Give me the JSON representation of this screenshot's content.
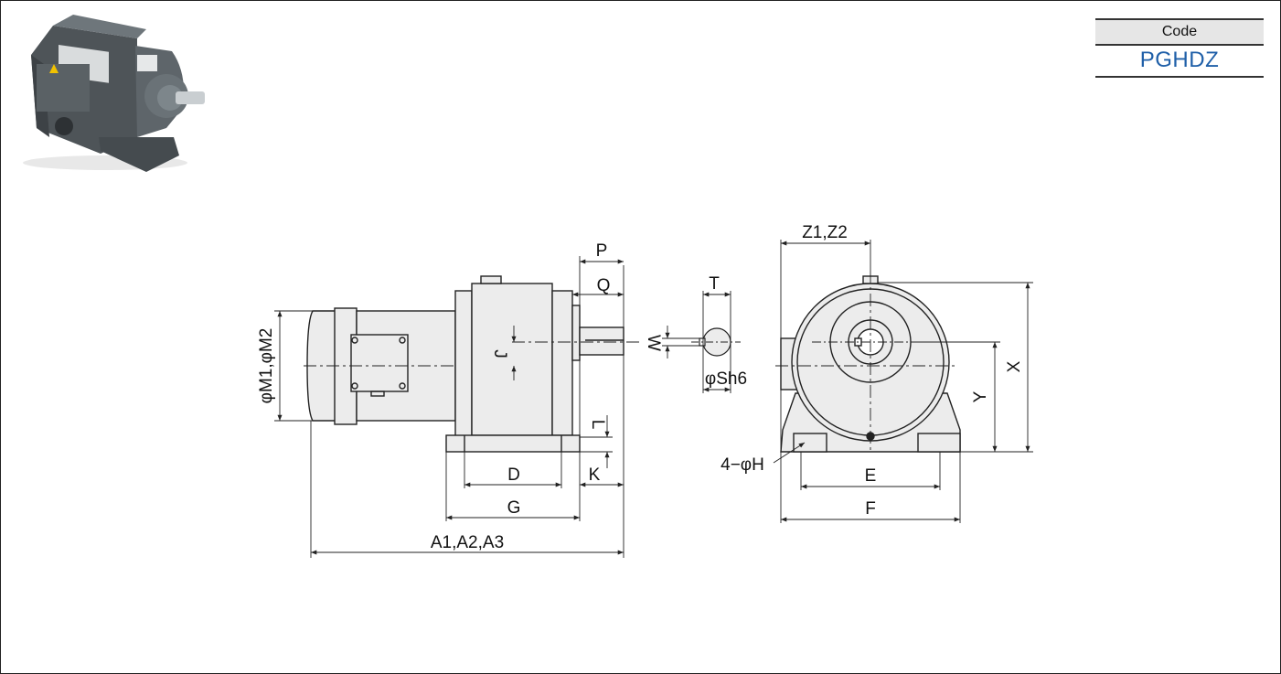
{
  "code_box": {
    "label": "Code",
    "value": "PGHDZ"
  },
  "colors": {
    "accent": "#1f5fa8",
    "body_fill": "#ececec",
    "line": "#222222",
    "photo_body": "#5c6266"
  },
  "dimensions": {
    "p": "P",
    "q": "Q",
    "t": "T",
    "w": "W",
    "j": "J",
    "l": "L",
    "k": "K",
    "d": "D",
    "g": "G",
    "a": "A1,A2,A3",
    "m": "φM1,φM2",
    "s": "φSh6",
    "z": "Z1,Z2",
    "x": "X",
    "y": "Y",
    "e": "E",
    "f": "F",
    "h": "4−φH"
  }
}
